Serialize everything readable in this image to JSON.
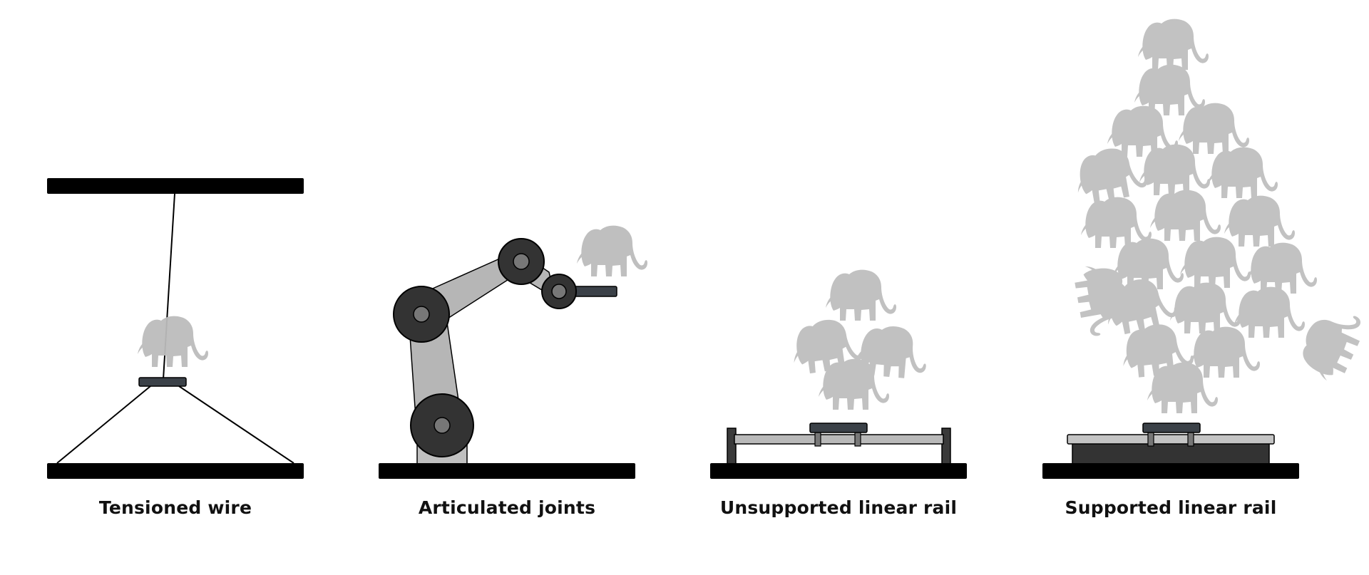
{
  "panels": [
    {
      "id": "tensioned-wire",
      "caption": "Tensioned wire"
    },
    {
      "id": "articulated-joints",
      "caption": "Articulated joints"
    },
    {
      "id": "unsupported-linear-rail",
      "caption": "Unsupported linear rail"
    },
    {
      "id": "supported-linear-rail",
      "caption": "Supported linear rail"
    }
  ],
  "colors": {
    "base": "#000000",
    "carriage": "#3b4148",
    "arm_link": "#b6b6b6",
    "joint": "#333333",
    "joint_hub": "#777777",
    "rail": "#b9b9b9",
    "rail_post": "#3a3a3a",
    "support_block": "#333333",
    "elephant": "#bcbcbc",
    "caption": "#111111"
  },
  "icons": {
    "payload": "elephant-icon"
  }
}
